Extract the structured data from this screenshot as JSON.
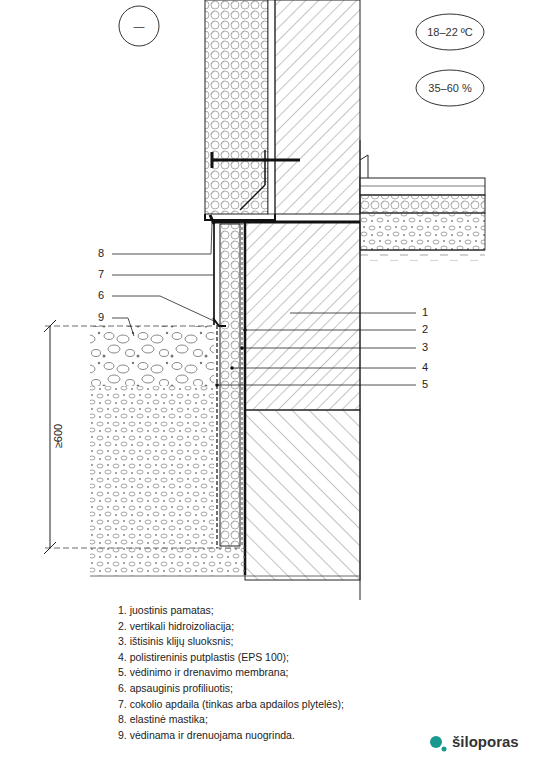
{
  "diagram": {
    "nodes": [
      {
        "text": [
          "—"
        ]
      },
      {
        "text": [
          "18–22 ºC"
        ]
      },
      {
        "text": [
          "35–60 %"
        ]
      }
    ],
    "labels": [
      "1",
      "2",
      "3",
      "4",
      "5",
      "6",
      "7",
      "8",
      "9",
      "≥600",
      "1.  juostinis pamatas;",
      "2.  vertikali hidroizoliacija;",
      "3.  ištisinis klijų sluoksnis;",
      "4.  polistireninis putplastis (EPS 100);",
      "5.  vėdinimo ir drenavimo membrana;",
      "6.  apsauginis profiliuotis;",
      "7.  cokolio apdaila (tinkas arba apdailos plytelės);",
      "8.  elastinė mastika;",
      "9.  vėdinama ir drenuojama nuogrinda.",
      "šiloporas"
    ]
  }
}
